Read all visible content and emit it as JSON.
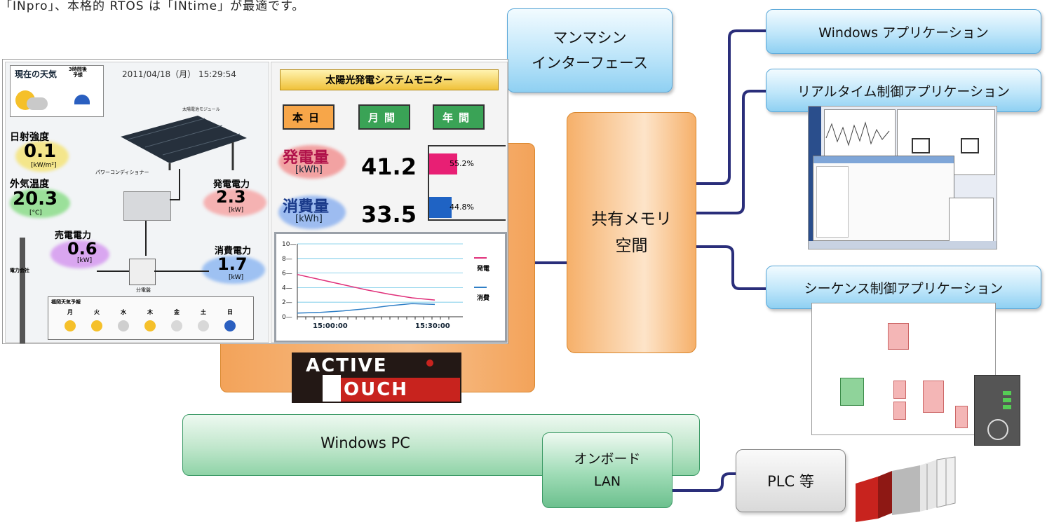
{
  "top_note": "「INpro」、本格的 RTOS は「INtime」が最適です。",
  "boxes": {
    "hmi": "マンマシン\nインターフェース",
    "win_app": "Windows アプリケーション",
    "rt_app": "リアルタイム制御アプリケーション",
    "seq_app": "シーケンス制御アプリケーション",
    "shared_memory": "共有メモリ\n空間",
    "windows_pc": "Windows PC",
    "onboard_lan": "オンボード\nLAN",
    "plc": "PLC 等"
  },
  "monitor": {
    "weather_title": "現在の天気",
    "forecast_small": "3時間後\n予想",
    "datetime": "2011/04/18（月） 15:29:54",
    "module_label": "太陽電池モジュール",
    "pcs_label": "パワーコンディショナー",
    "irradiance_label": "日射強度",
    "irradiance_value": "0.1",
    "irradiance_unit": "[kW/m²]",
    "temp_label": "外気温度",
    "temp_value": "20.3",
    "temp_unit": "[°C]",
    "gen_power_label": "発電電力",
    "gen_power_value": "2.3",
    "gen_power_unit": "[kW]",
    "sell_power_label": "売電電力",
    "sell_power_value": "0.6",
    "sell_power_unit": "[kW]",
    "cons_power_label": "消費電力",
    "cons_power_value": "1.7",
    "cons_power_unit": "[kW]",
    "utility_label": "電力会社",
    "panel_label": "分電盤",
    "weekly_title": "福岡天気予報",
    "days": [
      "月",
      "火",
      "水",
      "木",
      "金",
      "土",
      "日"
    ],
    "system_title": "太陽光発電システムモニター",
    "tabs": [
      "本日",
      "月間",
      "年間"
    ],
    "gen_amount_label": "発電量",
    "gen_amount_unit": "[kWh]",
    "gen_amount_value": "41.2",
    "gen_pct": "55.2%",
    "cons_amount_label": "消費量",
    "cons_amount_unit": "[kWh]",
    "cons_amount_value": "33.5",
    "cons_pct": "44.8%",
    "chart_legend_gen": "発電",
    "chart_legend_cons": "消費",
    "chart_x_ticks": [
      "15:00:00",
      "15:30:00"
    ],
    "chart_y_ticks": [
      "10",
      "8",
      "6",
      "4",
      "2",
      "0"
    ]
  },
  "chart_data": {
    "type": "line",
    "x": [
      0,
      5,
      10,
      15,
      20,
      25,
      30
    ],
    "series": [
      {
        "name": "発電",
        "values": [
          5.8,
          5.1,
          4.4,
          3.7,
          3.1,
          2.6,
          2.3
        ]
      },
      {
        "name": "消費",
        "values": [
          0.5,
          0.6,
          0.8,
          1.1,
          1.5,
          1.8,
          1.7
        ]
      }
    ],
    "ylim": [
      0,
      10
    ],
    "colors": {
      "発電": "#e0307a",
      "消費": "#2f7fc6"
    }
  },
  "logo": {
    "line1": "ACTIVE",
    "line2": "OUCH"
  }
}
